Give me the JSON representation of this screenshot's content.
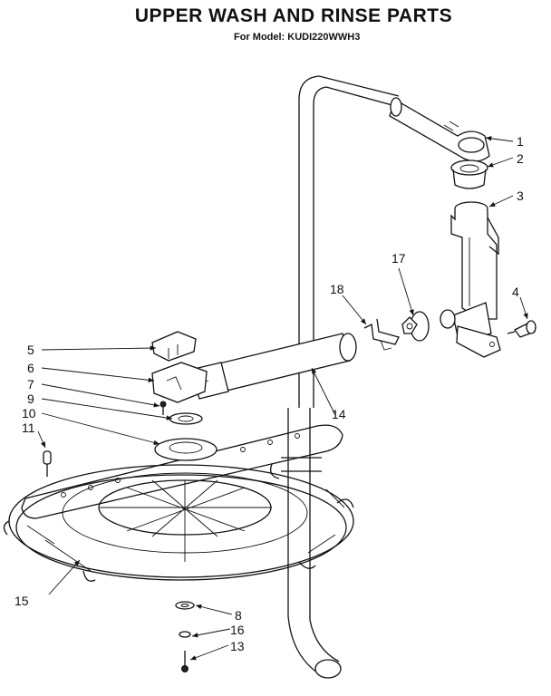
{
  "title": "UPPER WASH AND RINSE PARTS",
  "subtitle": "For Model: KUDI220WWH3",
  "callouts": [
    "1",
    "2",
    "3",
    "4",
    "5",
    "6",
    "7",
    "8",
    "9",
    "10",
    "11",
    "13",
    "14",
    "15",
    "16",
    "17",
    "18"
  ]
}
